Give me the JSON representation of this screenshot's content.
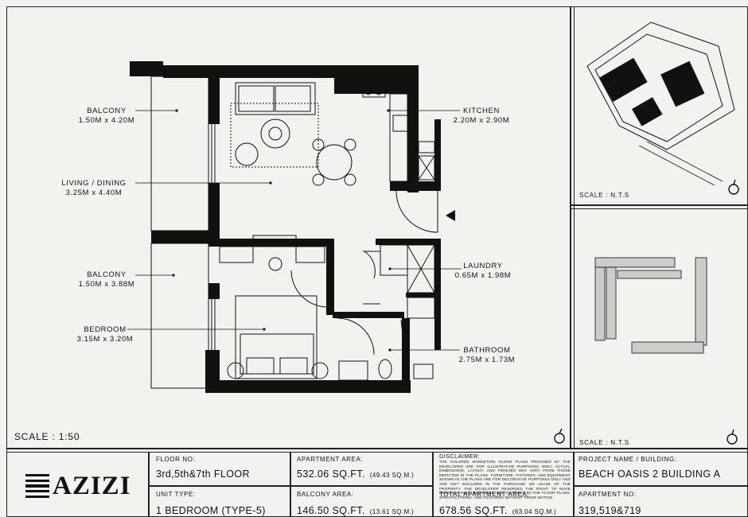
{
  "plan": {
    "rooms": [
      {
        "name": "BALCONY",
        "size": "1.50M x 4.20M"
      },
      {
        "name": "LIVING / DINING",
        "size": "3.25M x 4.40M"
      },
      {
        "name": "BALCONY",
        "size": "1.50M x 3.88M"
      },
      {
        "name": "BEDROOM",
        "size": "3.15M x 3.20M"
      },
      {
        "name": "KITCHEN",
        "size": "2.20M x 2.90M"
      },
      {
        "name": "LAUNDRY",
        "size": "0.65M x 1.98M"
      },
      {
        "name": "BATHROOM",
        "size": "2.75M x 1.73M"
      }
    ],
    "scale": "SCALE : 1:50"
  },
  "key_plans": {
    "top_scale": "SCALE : N.T.S",
    "bottom_scale": "SCALE : N.T.S"
  },
  "title_block": {
    "brand": "AZIZI",
    "floor_no_label": "FLOOR NO:",
    "floor_no_value": "3rd,5th&7th FLOOR",
    "unit_type_label": "UNIT TYPE:",
    "unit_type_value": "1 BEDROOM (TYPE-5)",
    "apartment_area_label": "APARTMENT AREA:",
    "apartment_area_value": "532.06 SQ.FT.",
    "apartment_area_sqm": "(49.43 SQ.M.)",
    "balcony_area_label": "BALCONY AREA:",
    "balcony_area_value": "146.50 SQ.FT.",
    "balcony_area_sqm": "(13.61 SQ.M.)",
    "disclaimer_label": "DISCLAIMER:",
    "disclaimer_text": "THE COLORED MARKETING FLOOR PLANS PROVIDED BY THE DEVELOPER ARE FOR ILLUSTRATIVE PURPOSES ONLY. ACTUAL DIMENSIONS, LAYOUT, AND FINISHES MAY VARY FROM THOSE DEPICTED IN THE PLANS. FURNITURE, FIXTURES, AND EQUIPMENT SHOWN IN THE PLANS ARE FOR DECORATIVE PURPOSES ONLY AND ARE NOT INCLUDED IN THE PURCHASE OR LEASE OF THE PROPERTY. THE DEVELOPER RESERVES THE RIGHT TO MAKE MODIFICATIONS, REVISIONS, AND CHANGES TO THE FLOOR PLANS, SPECIFICATIONS, AND FEATURES WITHOUT PRIOR NOTICE.",
    "total_area_label": "TOTAL APARTMENT AREA:",
    "total_area_value": "678.56 SQ.FT.",
    "total_area_sqm": "(63.04 SQ.M.)",
    "project_label": "PROJECT NAME / BUILDING:",
    "project_value": "BEACH OASIS 2 BUILDING A",
    "apartment_no_label": "APARTMENT NO:",
    "apartment_no_value": "319,519&719"
  }
}
